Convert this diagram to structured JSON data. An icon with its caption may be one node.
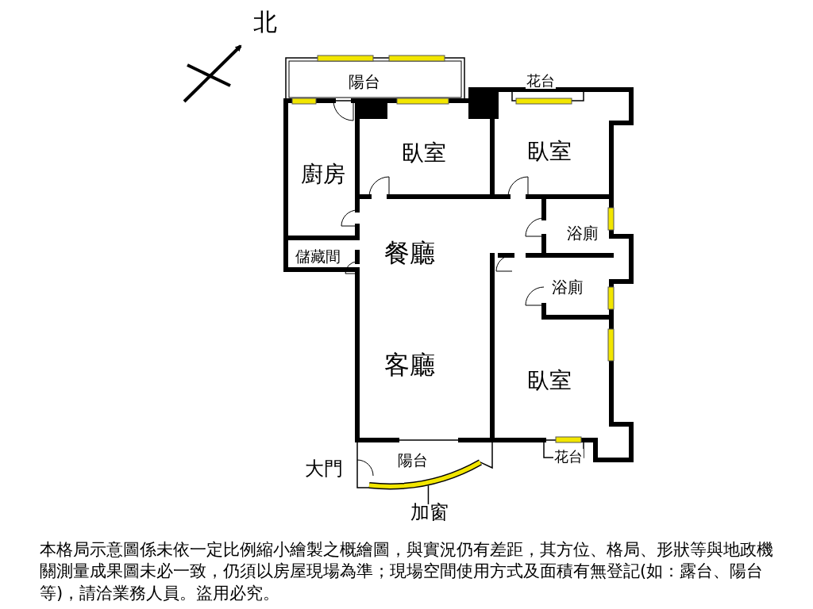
{
  "diagram": {
    "caption": "本格局示意圖係未依一定比例縮小繪製之概繪圖，與實況仍有差距，其方位、格局、形狀等與地政機關測量成果圖未必一致，仍須以房屋現場為準；現場空間使用方式及面積有無登記(如：露台、陽台等)，請洽業務人員。盜用必究。",
    "nodes": [
      {
        "text": [
          "加窗"
        ]
      },
      {
        "text": [],
        "shape": "bar"
      }
    ],
    "edges": [
      {
        "from": 0,
        "to": 1,
        "arrow": "none"
      }
    ],
    "labels": [
      "北",
      "陽台",
      "花台",
      "臥室",
      "臥室",
      "廚房",
      "浴廁",
      "餐廳",
      "儲藏間",
      "浴廁",
      "客廳",
      "臥室",
      "大門",
      "陽台",
      "花台"
    ]
  }
}
